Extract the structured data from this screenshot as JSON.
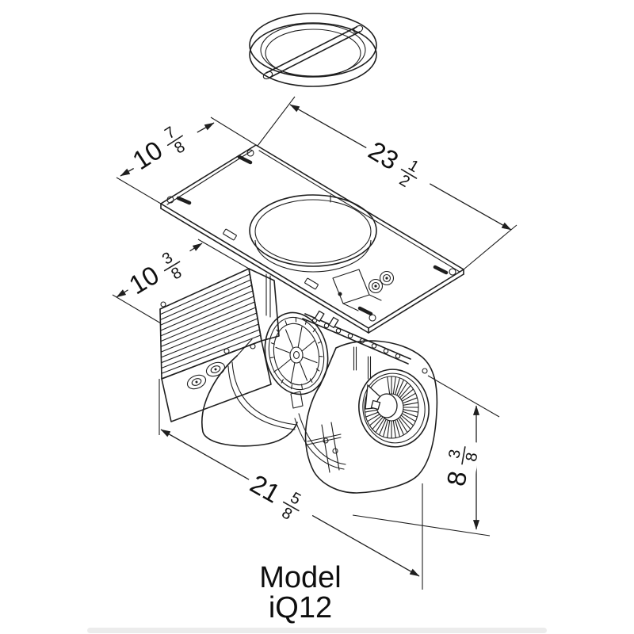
{
  "drawing": {
    "model_label": {
      "line1": "Model",
      "line2": "iQ12"
    },
    "dimensions": {
      "top_plate_depth": {
        "whole": "10",
        "numerator": "7",
        "denominator": "8"
      },
      "top_plate_width": {
        "whole": "23",
        "numerator": "1",
        "denominator": "2"
      },
      "blower_unit_depth": {
        "whole": "10",
        "numerator": "3",
        "denominator": "8"
      },
      "blower_unit_width": {
        "whole": "21",
        "numerator": "5",
        "denominator": "8"
      },
      "blower_unit_height": {
        "whole": "8",
        "numerator": "3",
        "denominator": "8"
      }
    },
    "colors": {
      "line": "#1f1f1f",
      "background": "#ffffff",
      "footer_bar": "#ececec"
    }
  }
}
